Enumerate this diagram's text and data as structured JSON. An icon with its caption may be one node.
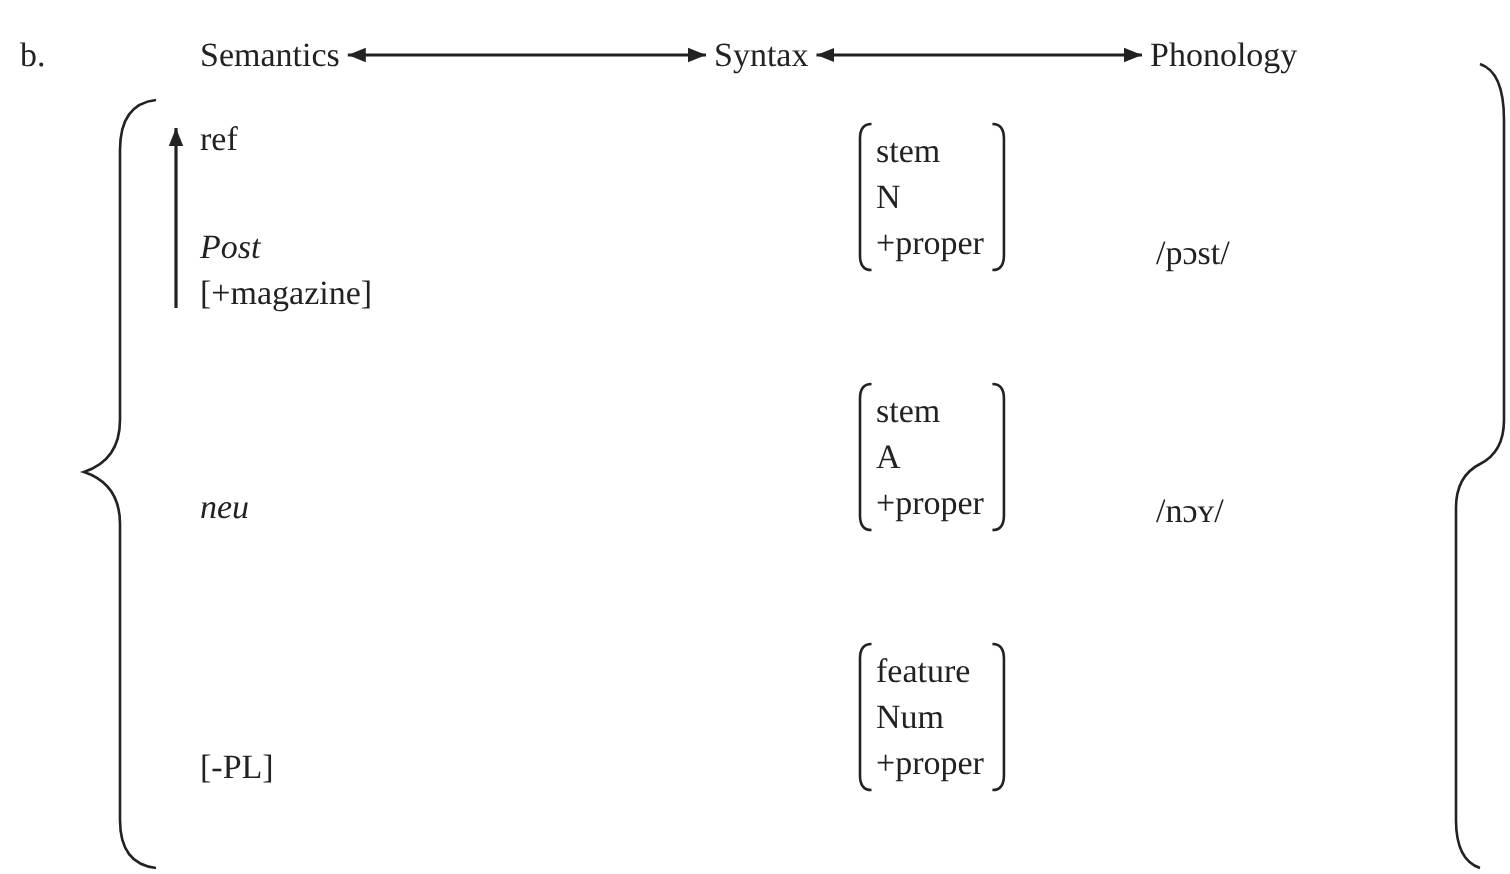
{
  "diagram": {
    "nodes": [
      {
        "text": [
          "Semantics"
        ]
      },
      {
        "text": [
          "Syntax"
        ]
      },
      {
        "text": [
          "Phonology"
        ]
      },
      {
        "text": [
          "ref"
        ]
      },
      {
        "text": [
          "*Post*",
          "[+magazine]"
        ]
      },
      {
        "text": [
          "stem",
          "N",
          "+proper"
        ]
      },
      {
        "text": [
          "/pɔst/"
        ]
      },
      {
        "text": [
          "*neu*"
        ]
      },
      {
        "text": [
          "stem",
          "A",
          "+proper"
        ]
      },
      {
        "text": [
          "/nɔʏ/"
        ]
      },
      {
        "text": [
          "[-PL]"
        ]
      },
      {
        "text": [
          "feature",
          "Num",
          "+proper"
        ]
      }
    ],
    "edges": [
      {
        "from": 0,
        "to": 1,
        "arrow": "both"
      },
      {
        "from": 1,
        "to": 2,
        "arrow": "both"
      },
      {
        "from": 4,
        "to": 3,
        "arrow": "to"
      }
    ],
    "labels": [
      "b."
    ]
  }
}
